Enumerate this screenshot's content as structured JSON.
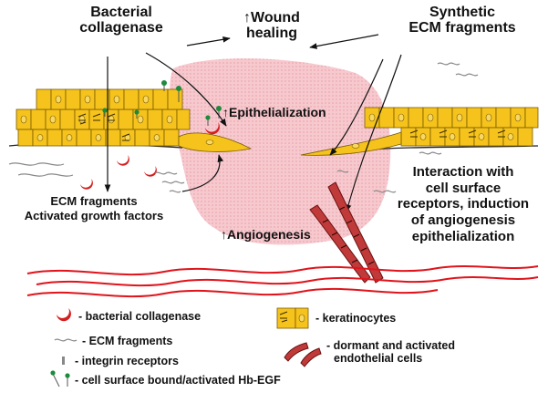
{
  "labels": {
    "bacterial_collagenase_line1": "Bacterial",
    "bacterial_collagenase_line2": "collagenase",
    "wound_healing_line1": "↑Wound",
    "wound_healing_line2": "healing",
    "synthetic_line1": "Synthetic",
    "synthetic_line2": "ECM fragments",
    "epithelialization": "↑Epithelialization",
    "ecm_fragments": "ECM fragments",
    "activated_gf": "Activated growth factors",
    "angiogenesis": "↑Angiogenesis",
    "interaction_line1": "Interaction with",
    "interaction_line2": "cell surface",
    "interaction_line3": "receptors, induction",
    "interaction_line4": "of angiogenesis",
    "interaction_line5": "epithelialization"
  },
  "legend": {
    "bacterial_collagenase": "- bacterial collagenase",
    "ecm_fragments": "- ECM fragments",
    "integrin_receptors": "- integrin receptors",
    "hb_egf": "- cell surface bound/activated Hb-EGF",
    "keratinocytes": "- keratinocytes",
    "endothelial_line1": "- dormant and activated",
    "endothelial_line2": "endothelial cells"
  },
  "colors": {
    "wound_pink": "#f6c9cf",
    "keratinocyte_yellow": "#f5c31c",
    "collagenase_red": "#d51f1f",
    "hbegf_green": "#1e8a3c",
    "tissue_line_red": "#e0141c",
    "vessel_dark_red": "#8a1a1a"
  }
}
